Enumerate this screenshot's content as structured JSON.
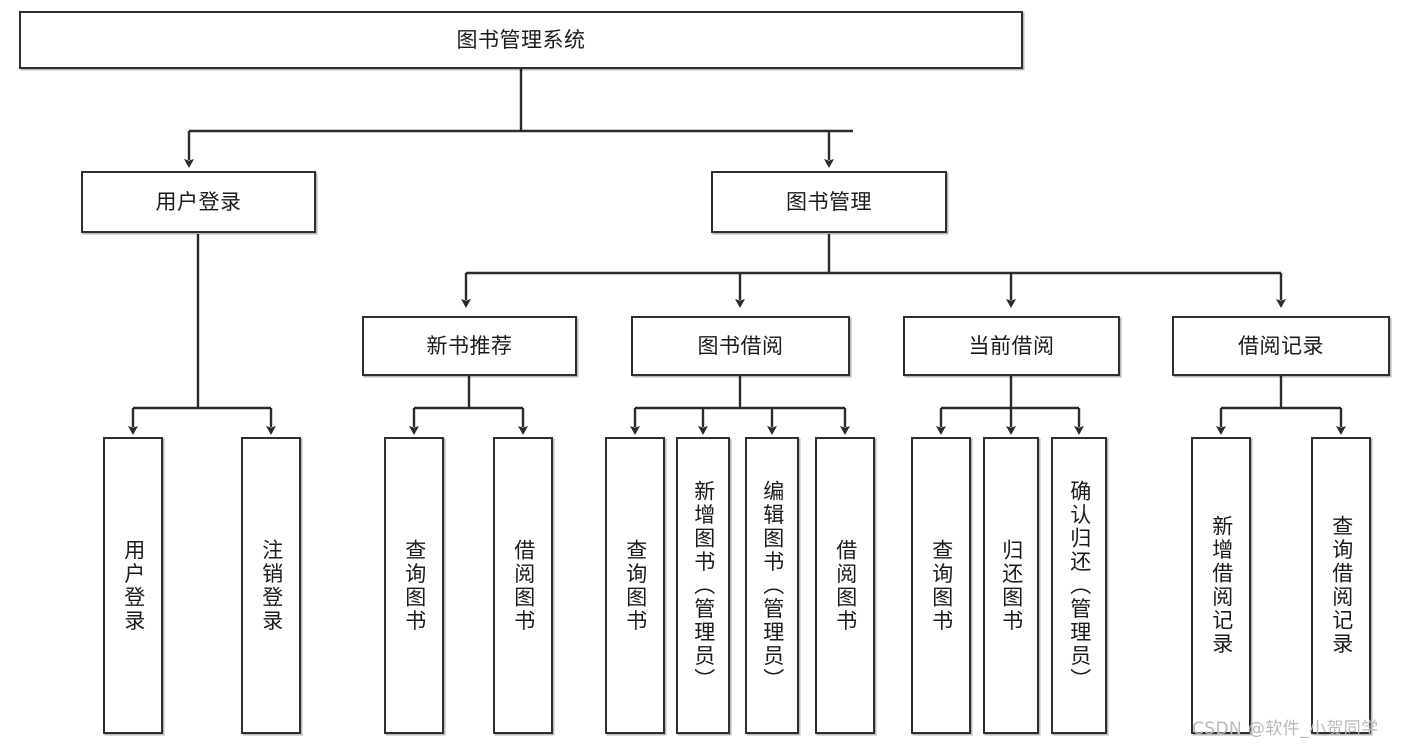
{
  "diagram": {
    "type": "tree-hierarchy",
    "title": "图书管理系统",
    "orientation": "top-down",
    "root": {
      "id": "root",
      "label": "图书管理系统"
    },
    "level2": [
      {
        "id": "user-login",
        "label": "用户登录"
      },
      {
        "id": "book-management",
        "label": "图书管理"
      }
    ],
    "level3": [
      {
        "id": "new-book-recommend",
        "label": "新书推荐",
        "parent": "book-management"
      },
      {
        "id": "book-borrow",
        "label": "图书借阅",
        "parent": "book-management"
      },
      {
        "id": "current-borrow",
        "label": "当前借阅",
        "parent": "book-management"
      },
      {
        "id": "borrow-record",
        "label": "借阅记录",
        "parent": "book-management"
      }
    ],
    "leaves": [
      {
        "id": "leaf-user-login",
        "label": "用户登录",
        "parent": "user-login"
      },
      {
        "id": "leaf-logout-login",
        "label": "注销登录",
        "parent": "user-login"
      },
      {
        "id": "leaf-query-book-1",
        "label": "查询图书",
        "parent": "new-book-recommend"
      },
      {
        "id": "leaf-borrow-book-1",
        "label": "借阅图书",
        "parent": "new-book-recommend"
      },
      {
        "id": "leaf-query-book-2",
        "label": "查询图书",
        "parent": "book-borrow"
      },
      {
        "id": "leaf-add-book",
        "label": "新增图书（管理员）",
        "parent": "book-borrow"
      },
      {
        "id": "leaf-edit-book",
        "label": "编辑图书（管理员）",
        "parent": "book-borrow"
      },
      {
        "id": "leaf-borrow-book-2",
        "label": "借阅图书",
        "parent": "book-borrow"
      },
      {
        "id": "leaf-query-book-3",
        "label": "查询图书",
        "parent": "current-borrow"
      },
      {
        "id": "leaf-return-book",
        "label": "归还图书",
        "parent": "current-borrow"
      },
      {
        "id": "leaf-confirm-return",
        "label": "确认归还（管理员）",
        "parent": "current-borrow"
      },
      {
        "id": "leaf-add-record",
        "label": "新增借阅记录",
        "parent": "borrow-record"
      },
      {
        "id": "leaf-query-record",
        "label": "查询借阅记录",
        "parent": "borrow-record"
      }
    ],
    "colors": {
      "box_border": "#2f2f2f",
      "box_fill": "#ffffff",
      "connector": "#2b2b2b",
      "text": "#1b1b1b",
      "watermark": "#b9b9b9"
    }
  },
  "watermark": {
    "text": "CSDN @软件_小贺同学"
  }
}
